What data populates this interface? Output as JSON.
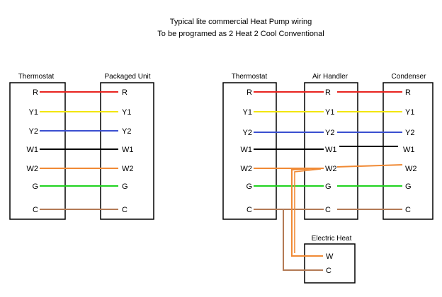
{
  "title_line1": "Typical lite commercial Heat Pump wiring",
  "title_line2": "To be programed as 2 Heat 2 Cool Conventional",
  "left": {
    "thermostat": "Thermostat",
    "packaged_unit": "Packaged Unit",
    "terminals": [
      "R",
      "Y1",
      "Y2",
      "W1",
      "W2",
      "G",
      "C"
    ]
  },
  "right": {
    "thermostat": "Thermostat",
    "air_handler": "Air Handler",
    "condenser": "Condenser",
    "electric_heat": "Electric Heat",
    "terminals": [
      "R",
      "Y1",
      "Y2",
      "W1",
      "W2",
      "G",
      "C"
    ],
    "electric_heat_terminals": [
      "W",
      "C"
    ]
  },
  "wire_colors": {
    "R": "#e8231f",
    "Y1": "#f2e600",
    "Y2": "#3a4fd0",
    "W1": "#000000",
    "W2": "#f08a35",
    "G": "#1fd31f",
    "C": "#b37a55"
  }
}
